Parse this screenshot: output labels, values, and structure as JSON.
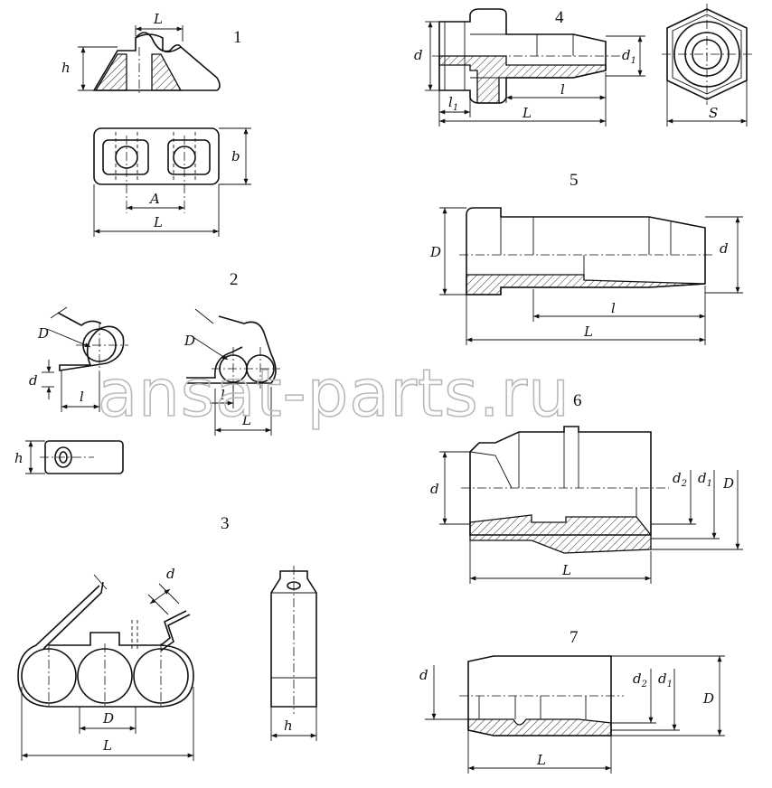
{
  "watermark": "ansat-parts.ru",
  "figures": {
    "f1": {
      "number": "1",
      "labels": {
        "L_top": "L",
        "h": "h",
        "b": "b",
        "A": "A",
        "L_bottom": "L"
      }
    },
    "f2": {
      "number": "2",
      "labels": {
        "D_left": "D",
        "d": "d",
        "l_left": "l",
        "h": "h",
        "D_right": "D",
        "l_right": "l",
        "L": "L"
      }
    },
    "f3": {
      "number": "3",
      "labels": {
        "d": "d",
        "D": "D",
        "L": "L",
        "h": "h"
      }
    },
    "f4": {
      "number": "4",
      "labels": {
        "d": "d",
        "d1": "d",
        "d1_sub": "1",
        "l": "l",
        "l1": "l",
        "l1_sub": "1",
        "L": "L",
        "S": "S"
      }
    },
    "f5": {
      "number": "5",
      "labels": {
        "D": "D",
        "d": "d",
        "l": "l",
        "L": "L"
      }
    },
    "f6": {
      "number": "6",
      "labels": {
        "d": "d",
        "d2": "d",
        "d2_sub": "2",
        "d1": "d",
        "d1_sub": "1",
        "D": "D",
        "L": "L"
      }
    },
    "f7": {
      "number": "7",
      "labels": {
        "d": "d",
        "d2": "d",
        "d2_sub": "2",
        "d1": "d",
        "d1_sub": "1",
        "D": "D",
        "L": "L"
      }
    }
  }
}
